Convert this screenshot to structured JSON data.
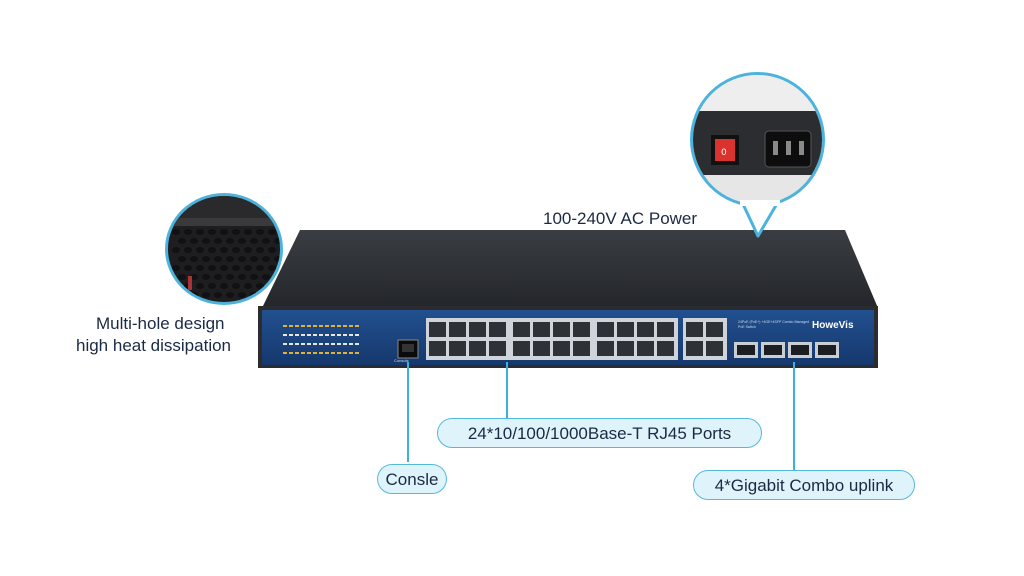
{
  "product": {
    "brand": "HoweVis",
    "model_text": "24PoE (PoE+) +4GE+4SFP Combo Managed PoE Switch",
    "console_port_label": "Console"
  },
  "callouts": {
    "power": "100-240V AC Power",
    "heat_line1": "Multi-hole design",
    "heat_line2": "high heat dissipation",
    "rj45": "24*10/100/1000Base-T RJ45 Ports",
    "console": "Consle",
    "uplink": "4*Gigabit Combo uplink"
  },
  "colors": {
    "callout_border": "#4db3dc",
    "callout_fill": "#dff3fb",
    "front_panel": "#1a3e78",
    "chassis_top": "#2b2e33",
    "text": "#1b2a44"
  },
  "icons": [
    "power-switch-icon",
    "power-socket-icon",
    "vent-holes-icon"
  ]
}
